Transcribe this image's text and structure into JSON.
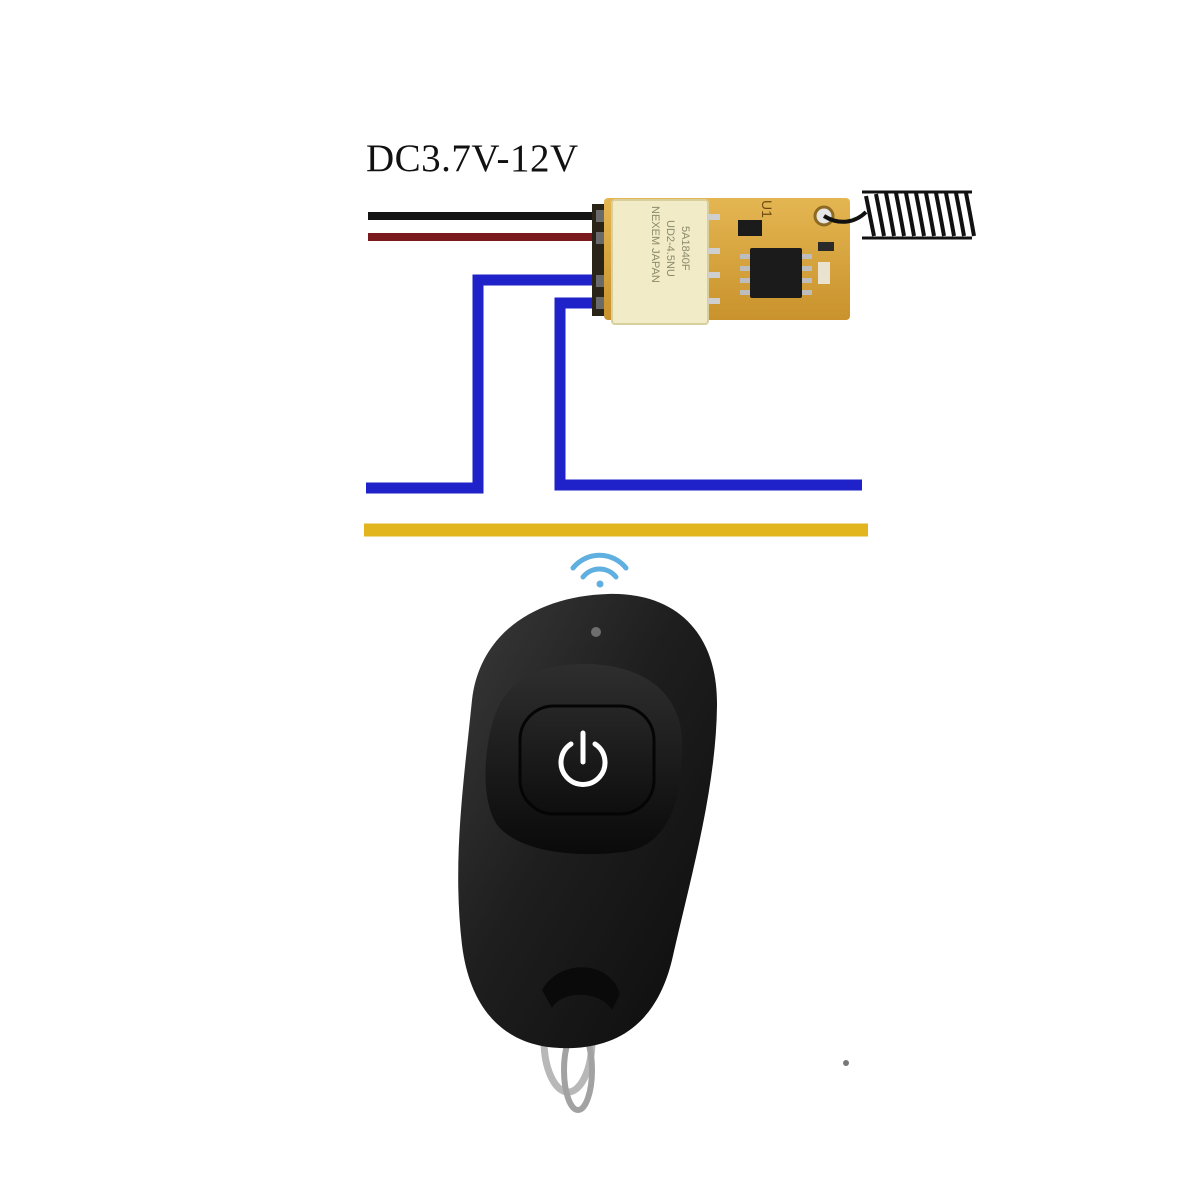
{
  "diagram": {
    "voltage_label": "DC3.7V-12V",
    "relay_text": [
      "5A1840F",
      "UD2-4.5NU",
      "NEXEM JAPAN"
    ],
    "board_marking": "U1",
    "colors": {
      "wire_black": "#141414",
      "wire_red": "#7a1a1e",
      "wire_blue": "#1e22c8",
      "wire_yellow": "#e2b41e",
      "pcb": "#d9a53b",
      "relay": "#f1ebc8",
      "chip": "#1b1b1b",
      "antenna": "#111111",
      "wifi": "#5fb0e0",
      "remote_body": "#1c1c1c",
      "remote_button": "#141414",
      "power_symbol": "#ffffff",
      "keyring": "#b8b8b8"
    },
    "icons": [
      "wifi-signal-icon",
      "power-icon",
      "led-indicator-icon"
    ]
  }
}
